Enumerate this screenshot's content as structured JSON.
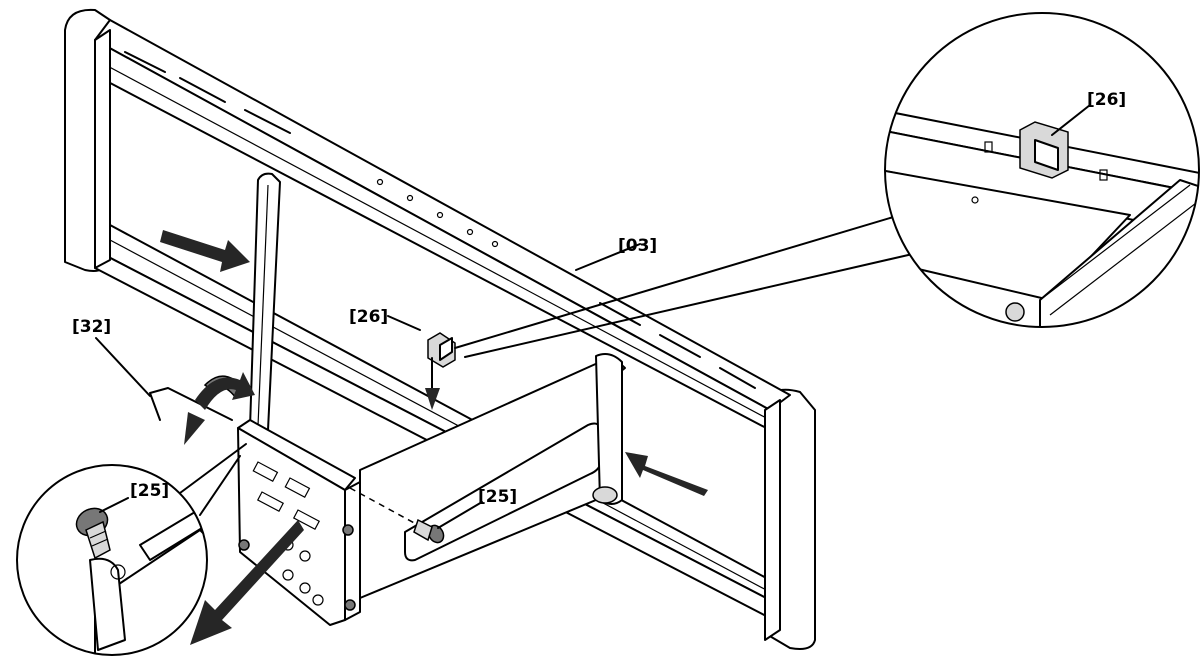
{
  "callouts": {
    "frame": "[03]",
    "clip": "[26]",
    "clip_zoom": "[26]",
    "screw": "[25]",
    "screw_zoom": "[25]",
    "hex_key": "[32]"
  }
}
